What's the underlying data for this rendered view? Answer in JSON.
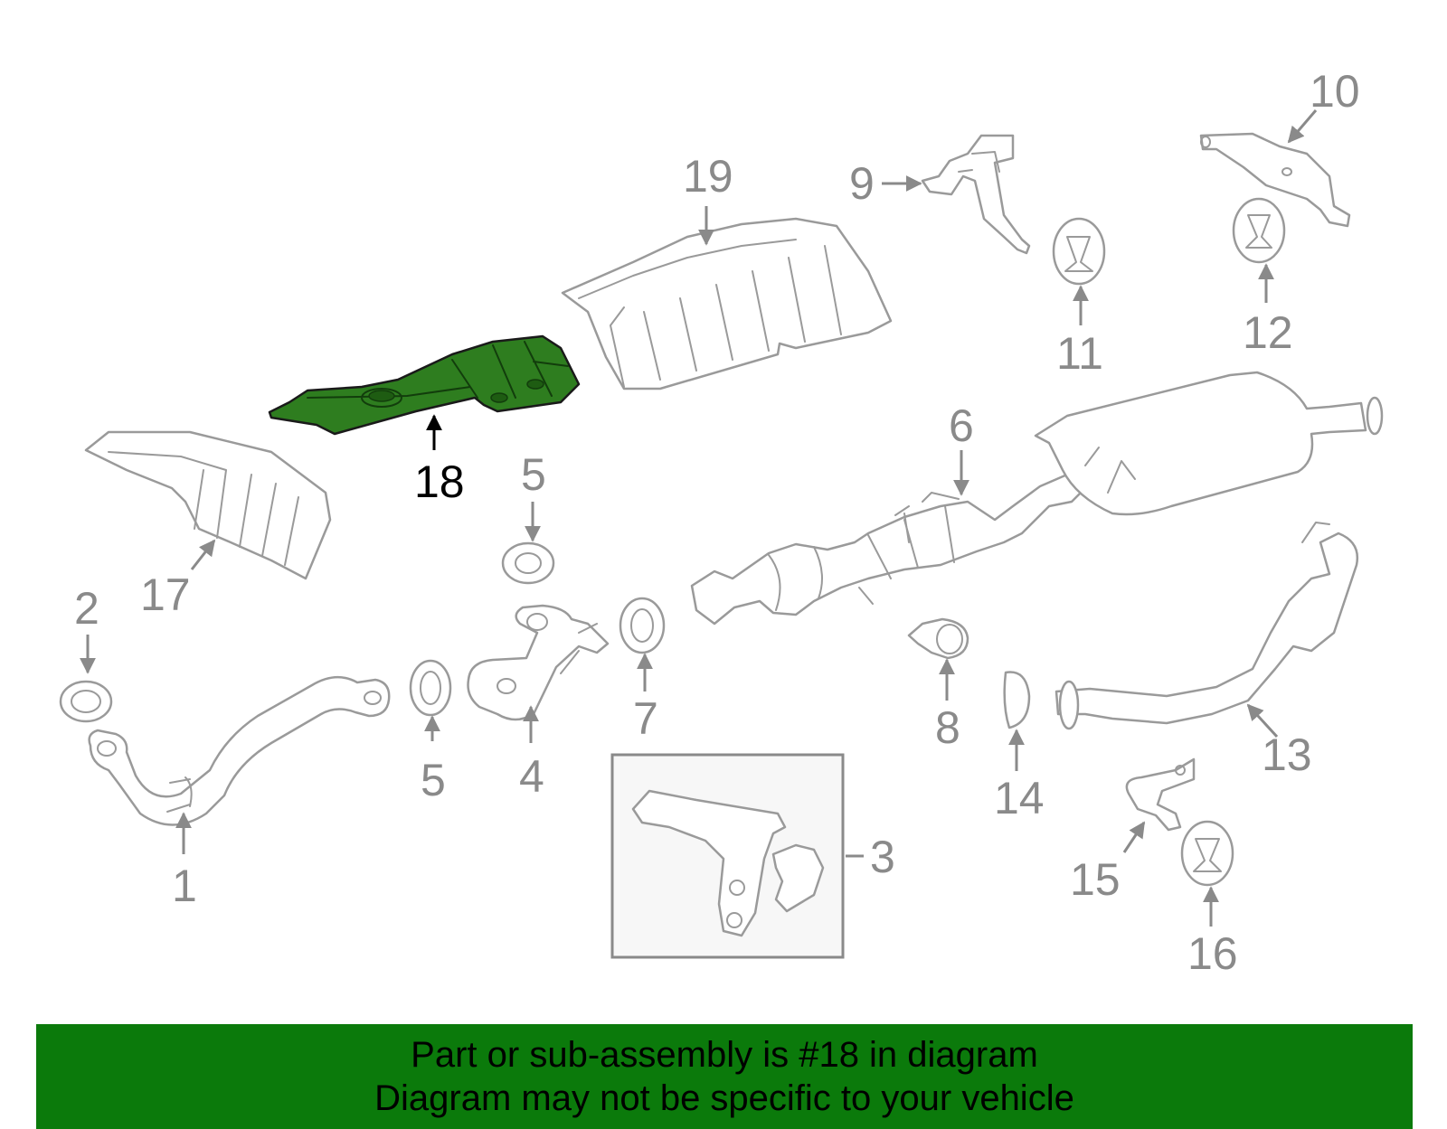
{
  "callouts": {
    "c1": "1",
    "c2": "2",
    "c3": "3",
    "c4": "4",
    "c5a": "5",
    "c5b": "5",
    "c6": "6",
    "c7": "7",
    "c8": "8",
    "c9": "9",
    "c10": "10",
    "c11": "11",
    "c12": "12",
    "c13": "13",
    "c14": "14",
    "c15": "15",
    "c16": "16",
    "c17": "17",
    "c18": "18",
    "c19": "19"
  },
  "highlighted_part": "18",
  "colors": {
    "highlight_fill": "#2e7d1f",
    "banner_background": "#0b7a0b",
    "line_art": "#9a9a9a"
  },
  "banner": {
    "line1": "Part or sub-assembly is #18 in diagram",
    "line2": "Diagram may not be specific to your vehicle"
  }
}
